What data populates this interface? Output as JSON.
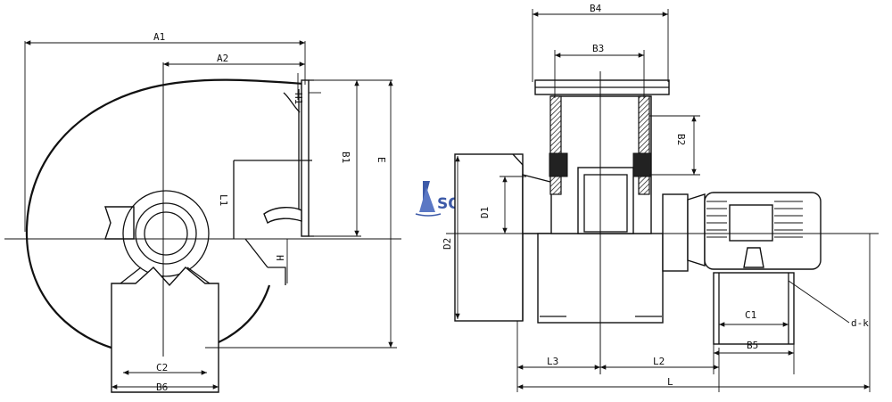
{
  "labels": {
    "A1": "A1",
    "A2": "A2",
    "H1": "H1",
    "B1": "B1",
    "E": "E",
    "L1": "L1",
    "H": "H",
    "C2": "C2",
    "B6": "B6",
    "B4": "B4",
    "B3": "B3",
    "B2": "B2",
    "D1": "D1",
    "D2": "D2",
    "C1": "C1",
    "B5": "B5",
    "L3": "L3",
    "L2": "L2",
    "L": "L",
    "dk": "d-k"
  },
  "logo": {
    "text": "SQ",
    "accent": "#3d5aa8"
  }
}
